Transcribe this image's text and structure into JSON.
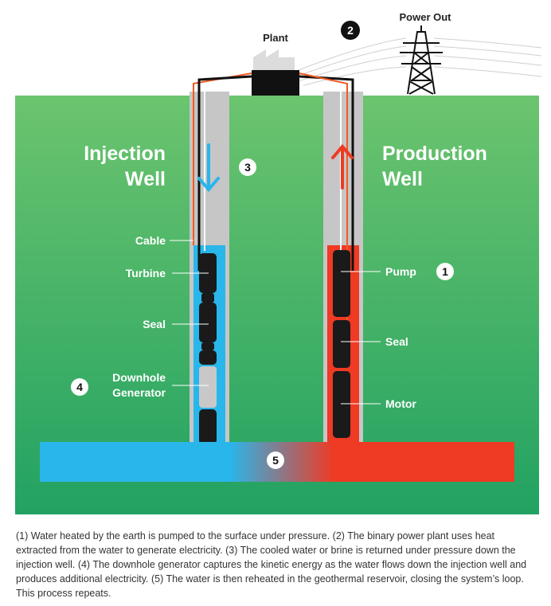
{
  "labels": {
    "plant": "Plant",
    "power_out": "Power Out",
    "injection_well": [
      "Injection",
      "Well"
    ],
    "production_well": [
      "Production",
      "Well"
    ],
    "cable": "Cable",
    "turbine": "Turbine",
    "seal_left": "Seal",
    "downhole_generator": [
      "Downhole",
      "Generator"
    ],
    "pump": "Pump",
    "seal_right": "Seal",
    "motor": "Motor"
  },
  "markers": {
    "m1": "1",
    "m2": "2",
    "m3": "3",
    "m4": "4",
    "m5": "5"
  },
  "colors": {
    "ground_top": "#6cc46e",
    "ground_bottom": "#22a262",
    "cold_water": "#29b6ea",
    "hot_water": "#ef3a24",
    "casing": "#c6c6c6",
    "equipment": "#1a1a1a",
    "generator_body": "#c8c8c8",
    "cable_orange": "#f15a24"
  },
  "caption": "(1) Water heated by the earth is pumped to the surface under pressure. (2) The binary power plant uses heat extracted from the water to generate electricity. (3) The cooled water or brine is returned under pressure down the injection well. (4) The downhole generator captures the kinetic energy as the water flows down the injection well and produces additional electricity. (5) The water is then reheated in the geothermal reservoir, closing the system’s loop. This process repeats."
}
